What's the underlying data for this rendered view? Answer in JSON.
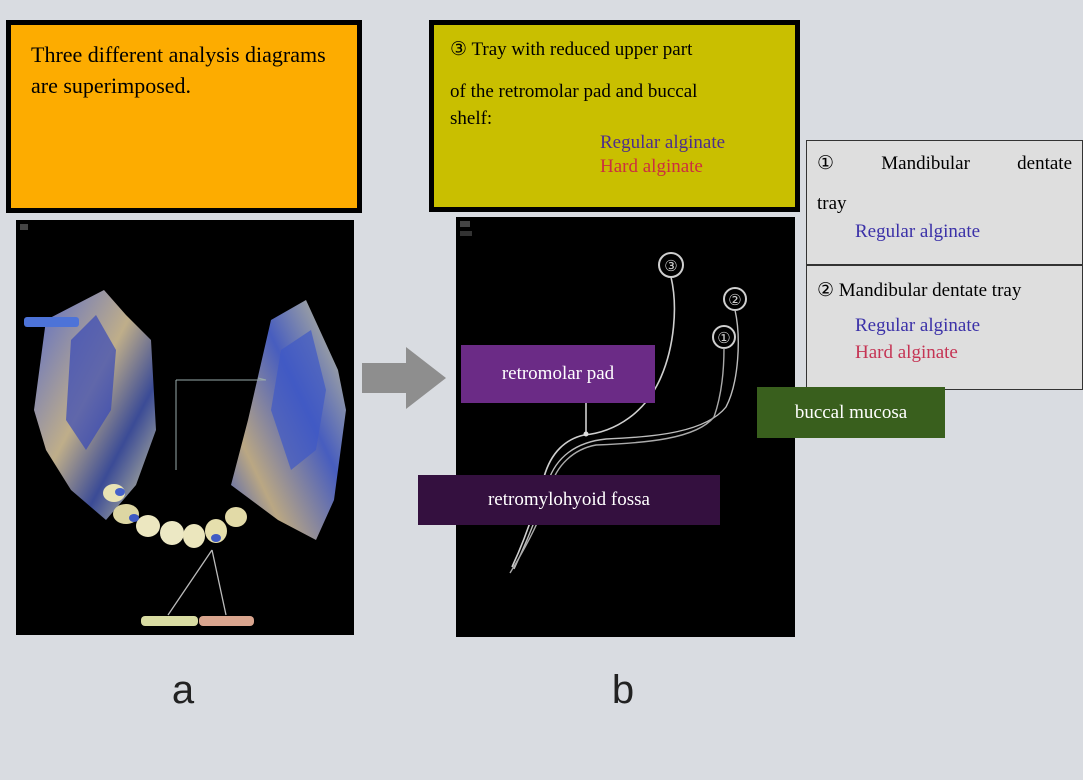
{
  "note_a": {
    "text": "Three different analysis diagrams are superimposed."
  },
  "note_b": {
    "line1": "③ Tray with reduced upper part",
    "line2": "of the retromolar pad and buccal",
    "line3": "shelf:",
    "legend_regular": "Regular alginate",
    "legend_hard": "Hard alginate"
  },
  "panel_1": {
    "word1": "①",
    "word2": "Mandibular",
    "word3": "dentate",
    "word4": "tray",
    "legend_regular": "Regular alginate"
  },
  "panel_2": {
    "heading": "② Mandibular dentate tray",
    "legend_regular": "Regular alginate",
    "legend_hard": "Hard alginate"
  },
  "labels": {
    "retromolar_pad": "retromolar pad",
    "buccal_mucosa": "buccal mucosa",
    "retromylohyoid_fossa": "retromylohyoid fossa"
  },
  "image_b_markers": {
    "m1": "①",
    "m2": "②",
    "m3": "③"
  },
  "panel_letters": {
    "a": "a",
    "b": "b"
  },
  "colors": {
    "note_a_bg": "#fdac00",
    "note_b_bg": "#c9bf00",
    "retromolar_pad_bg": "#6b2b86",
    "buccal_mucosa_bg": "#395f1d",
    "retromylohyoid_fossa_bg": "#34103f",
    "regular_alginate": "#3b31a8",
    "hard_alginate": "#cc2f3f"
  }
}
